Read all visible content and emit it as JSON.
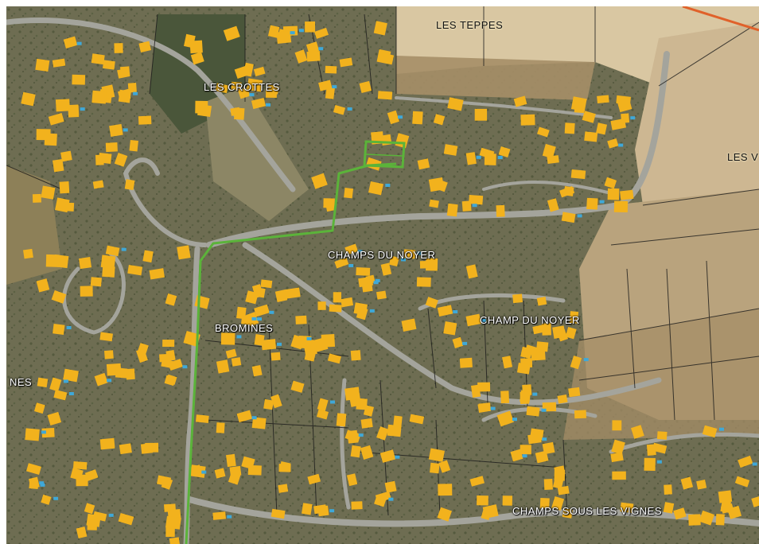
{
  "map": {
    "title": "",
    "colors": {
      "field_light": "#d9c7a2",
      "field_dark": "#a58e67",
      "vegetation": "#55603f",
      "road": "#9c9c95",
      "house_roof": "#f2b21d",
      "pool": "#3fa8d8",
      "parcel_line": "#1a1a1a",
      "route_green": "#5bb33a",
      "boundary_orange": "#e0612a"
    },
    "icons": [
      "house-roof-icon",
      "swimming-pool-icon"
    ],
    "highlighted_parcel": "green outlined plot near Les Crottes",
    "labels": [
      {
        "id": "les-teppes",
        "text": "LES TEPPES"
      },
      {
        "id": "les-crottes",
        "text": "LES CROTTES"
      },
      {
        "id": "les-v",
        "text": "LES V"
      },
      {
        "id": "champs-du-noyer",
        "text": "CHAMPS DU NOYER"
      },
      {
        "id": "champ-du-noyer",
        "text": "CHAMP DU NOYER"
      },
      {
        "id": "bromines",
        "text": "BROMINES"
      },
      {
        "id": "nes",
        "text": "NES"
      },
      {
        "id": "champs-sous-les-vignes",
        "text": "CHAMPS SOUS LES VIGNES"
      }
    ]
  }
}
